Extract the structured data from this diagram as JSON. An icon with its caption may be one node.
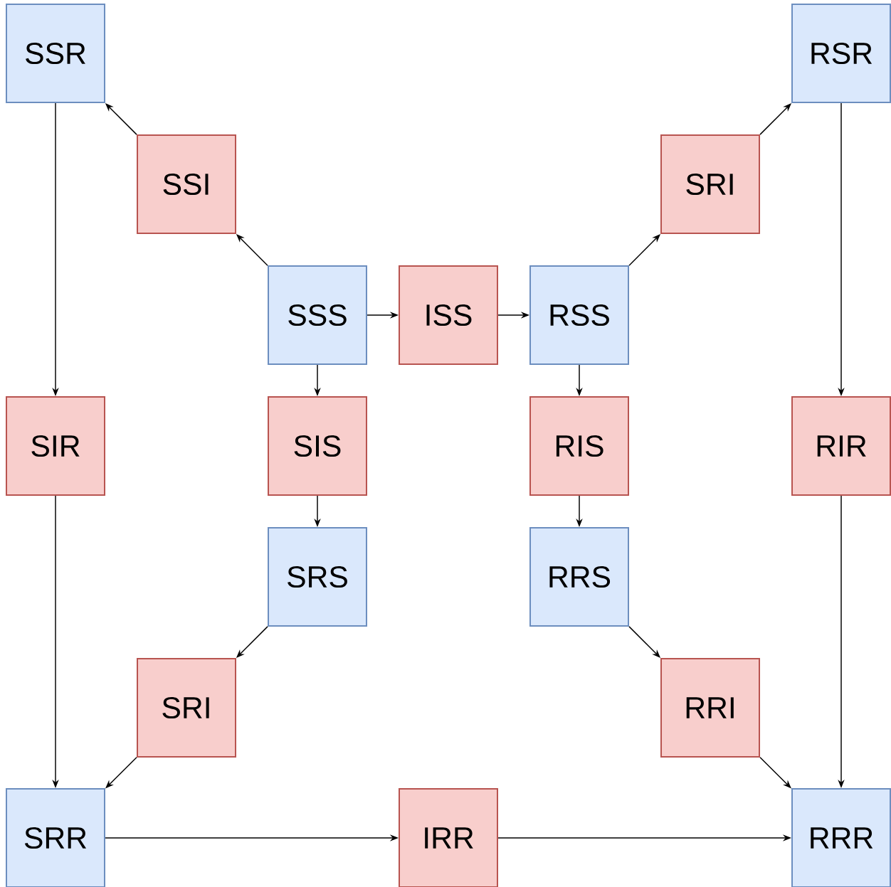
{
  "diagram": {
    "nodes": [
      {
        "text": [
          "SSR"
        ]
      },
      {
        "text": [
          "RSR"
        ]
      },
      {
        "text": [
          "SSI"
        ]
      },
      {
        "text": [
          "SRI"
        ]
      },
      {
        "text": [
          "SSS"
        ]
      },
      {
        "text": [
          "ISS"
        ]
      },
      {
        "text": [
          "RSS"
        ]
      },
      {
        "text": [
          "SIR"
        ]
      },
      {
        "text": [
          "SIS"
        ]
      },
      {
        "text": [
          "RIS"
        ]
      },
      {
        "text": [
          "RIR"
        ]
      },
      {
        "text": [
          "SRS"
        ]
      },
      {
        "text": [
          "RRS"
        ]
      },
      {
        "text": [
          "SRI"
        ]
      },
      {
        "text": [
          "RRI"
        ]
      },
      {
        "text": [
          "SRR"
        ]
      },
      {
        "text": [
          "IRR"
        ]
      },
      {
        "text": [
          "RRR"
        ]
      }
    ],
    "edges": [
      {
        "from": 4,
        "to": 2,
        "arrow": "to"
      },
      {
        "from": 2,
        "to": 0,
        "arrow": "to"
      },
      {
        "from": 0,
        "to": 7,
        "arrow": "to"
      },
      {
        "from": 7,
        "to": 15,
        "arrow": "to"
      },
      {
        "from": 4,
        "to": 5,
        "arrow": "to"
      },
      {
        "from": 5,
        "to": 6,
        "arrow": "to"
      },
      {
        "from": 6,
        "to": 3,
        "arrow": "to"
      },
      {
        "from": 3,
        "to": 1,
        "arrow": "to"
      },
      {
        "from": 1,
        "to": 10,
        "arrow": "to"
      },
      {
        "from": 10,
        "to": 17,
        "arrow": "to"
      },
      {
        "from": 4,
        "to": 8,
        "arrow": "to"
      },
      {
        "from": 8,
        "to": 11,
        "arrow": "to"
      },
      {
        "from": 11,
        "to": 13,
        "arrow": "to"
      },
      {
        "from": 13,
        "to": 15,
        "arrow": "to"
      },
      {
        "from": 6,
        "to": 9,
        "arrow": "to"
      },
      {
        "from": 9,
        "to": 12,
        "arrow": "to"
      },
      {
        "from": 12,
        "to": 14,
        "arrow": "to"
      },
      {
        "from": 14,
        "to": 17,
        "arrow": "to"
      },
      {
        "from": 15,
        "to": 16,
        "arrow": "to"
      },
      {
        "from": 16,
        "to": 17,
        "arrow": "to"
      }
    ]
  }
}
